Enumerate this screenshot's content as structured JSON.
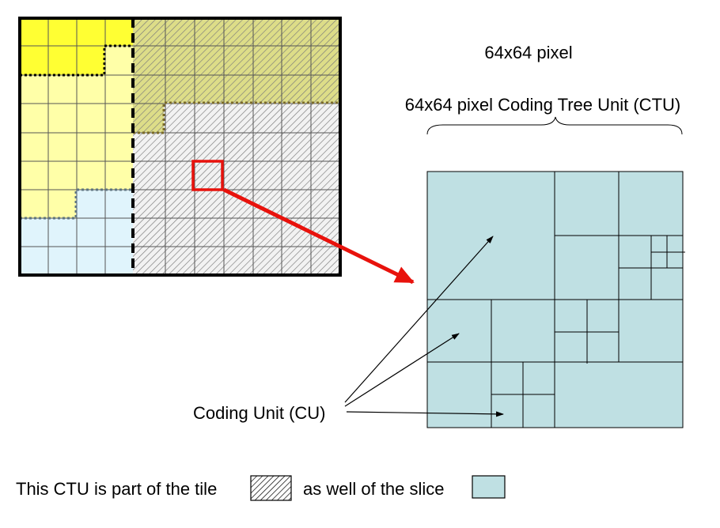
{
  "labels": {
    "pixel_size": "64x64 pixel",
    "ctu_title": "64x64 pixel Coding Tree Unit (CTU)",
    "coding_unit": "Coding Unit (CU)"
  },
  "caption": {
    "part1": "This CTU is part of the tile",
    "part2": "as well of the slice"
  },
  "colors": {
    "slice_yellow_bright": "#FFFF33",
    "slice_yellow_light": "#FFFFA8",
    "slice_blue": "#E0F4FC",
    "tile_olive_fill": "#DDDD88",
    "tile_grey_fill": "#F2F2F2",
    "hatch_line": "#7A7A7A",
    "ctu_fill": "#BFE0E3",
    "highlight_red": "#E8120C",
    "outline": "#000000"
  }
}
